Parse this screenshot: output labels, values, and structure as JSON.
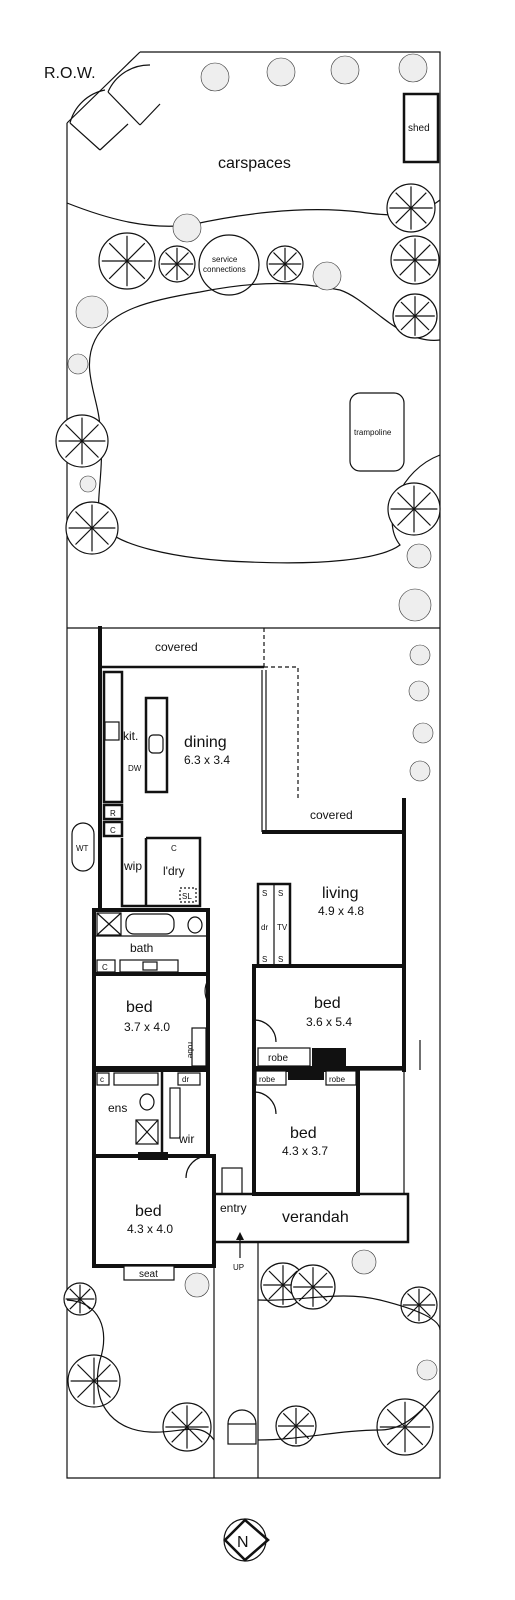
{
  "labels": {
    "row": "R.O.W.",
    "shed": "shed",
    "carspaces": "carspaces",
    "service": [
      "service",
      "connections"
    ],
    "trampoline": "trampoline",
    "covered_top": "covered",
    "covered_right": "covered",
    "kitchen": "kit.",
    "dw": "DW",
    "dining_name": "dining",
    "dining_size": "6.3 x 3.4",
    "r": "R",
    "c_kitchen": "C",
    "wt": "WT",
    "wip": "wip",
    "c_laundry": "C",
    "laundry": "l'dry",
    "sl": "SL",
    "living_name": "living",
    "living_size": "4.9 x 4.8",
    "s": "S",
    "dr_living": "dr",
    "tv": "TV",
    "bath": "bath",
    "c_bath": "C",
    "bed1_name": "bed",
    "bed1_size": "3.7 x 4.0",
    "robe1": "robe",
    "bed2_name": "bed",
    "bed2_size": "3.6 x 5.4",
    "robe2": "robe",
    "robe3": "robe",
    "robe4": "robe",
    "c_ens": "c",
    "dr_wir": "dr",
    "ens": "ens",
    "wir": "wir",
    "bed3_name": "bed",
    "bed3_size": "4.3 x 3.7",
    "entry": "entry",
    "verandah": "verandah",
    "bed4_name": "bed",
    "bed4_size": "4.3 x 4.0",
    "seat": "seat",
    "up": "UP",
    "north": "N"
  },
  "icons": {
    "compass": "north-arrow-icon",
    "tree": "tree-icon",
    "shrub": "shrub-icon"
  },
  "colors": {
    "line": "#111111",
    "background": "#ffffff"
  }
}
